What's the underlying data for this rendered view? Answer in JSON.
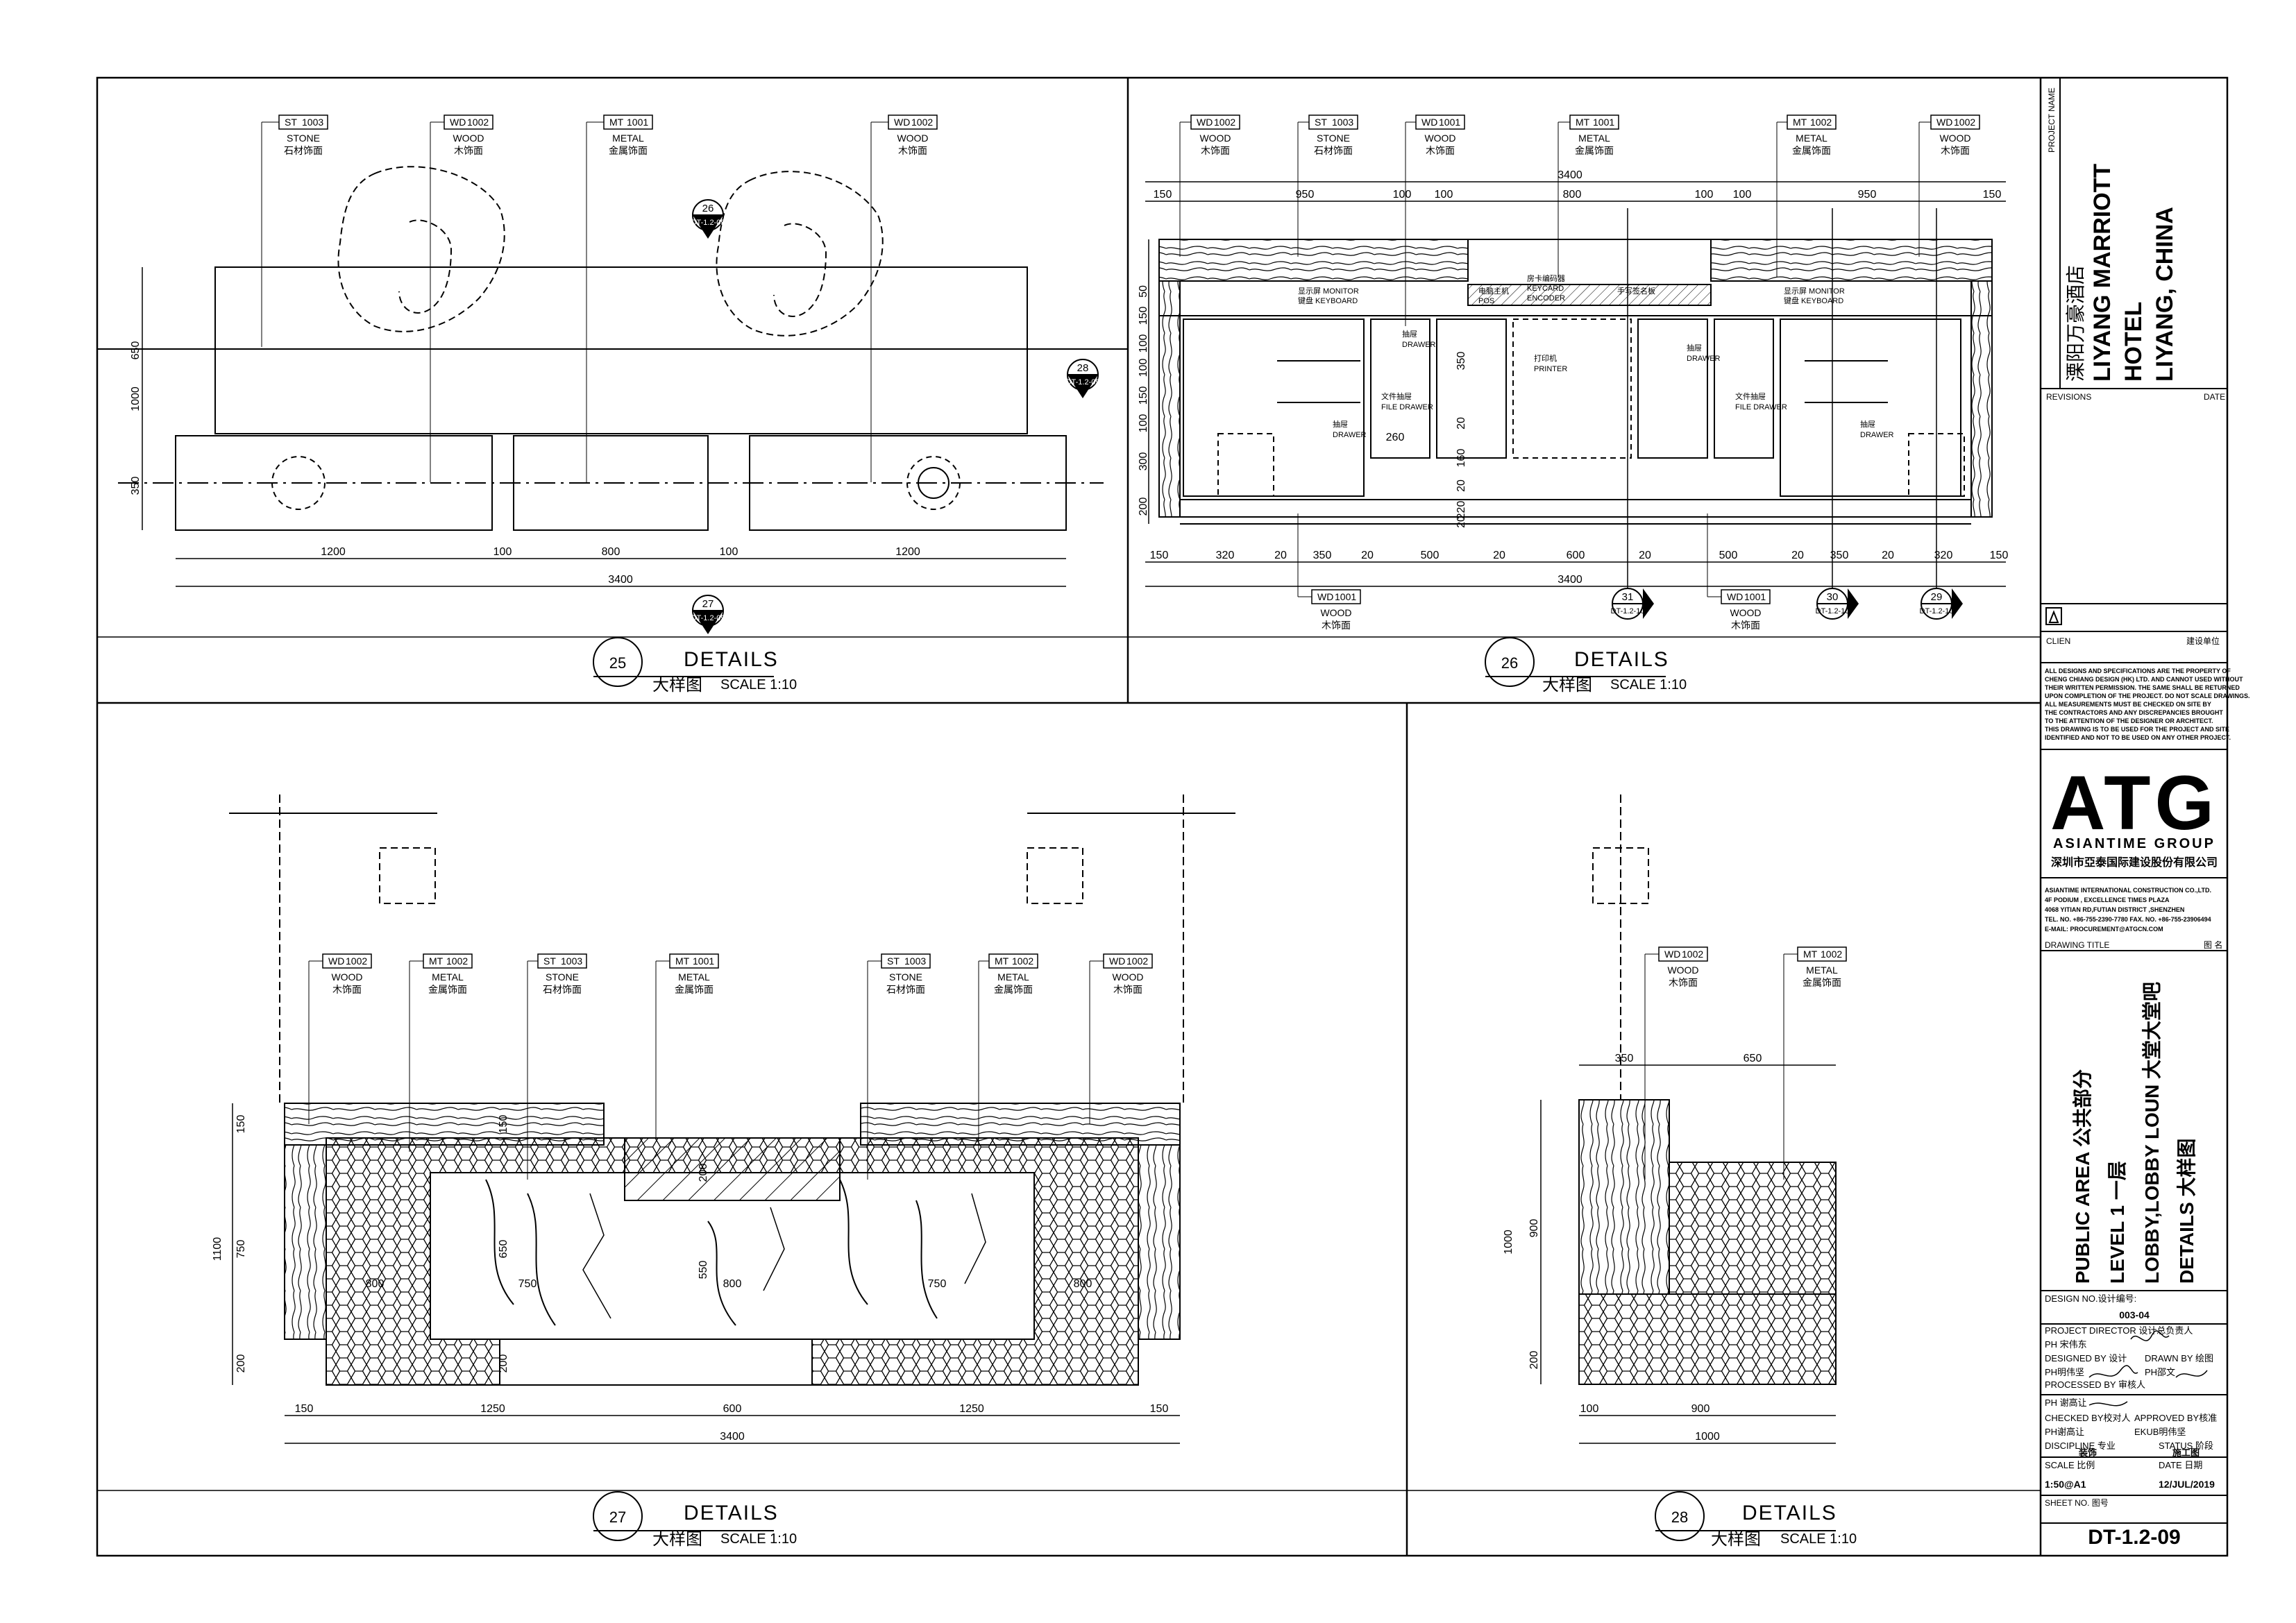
{
  "drawing": {
    "panels": [
      {
        "id": "p25",
        "number": "25",
        "title": "DETAILS",
        "subtitle": "大样图",
        "scale": "SCALE  1:10"
      },
      {
        "id": "p26",
        "number": "26",
        "title": "DETAILS",
        "subtitle": "大样图",
        "scale": "SCALE  1:10"
      },
      {
        "id": "p27",
        "number": "27",
        "title": "DETAILS",
        "subtitle": "大样图",
        "scale": "SCALE  1:10"
      },
      {
        "id": "p28",
        "number": "28",
        "title": "DETAILS",
        "subtitle": "大样图",
        "scale": "SCALE  1:10"
      }
    ],
    "tags": {
      "st1003": {
        "code": "ST",
        "num": "1003",
        "en": "STONE",
        "cn": "石材饰面"
      },
      "wd1002": {
        "code": "WD",
        "num": "1002",
        "en": "WOOD",
        "cn": "木饰面"
      },
      "wd1001": {
        "code": "WD",
        "num": "1001",
        "en": "WOOD",
        "cn": "木饰面"
      },
      "mt1001": {
        "code": "MT",
        "num": "1001",
        "en": "METAL",
        "cn": "金属饰面"
      },
      "mt1002": {
        "code": "MT",
        "num": "1002",
        "en": "METAL",
        "cn": "金属饰面"
      }
    },
    "refs": {
      "r26": {
        "num": "26",
        "sheet": "DT-1.2-09"
      },
      "r27": {
        "num": "27",
        "sheet": "DT-1.2-09"
      },
      "r28": {
        "num": "28",
        "sheet": "DT-1.2-09"
      },
      "r31": {
        "num": "31",
        "sheet": "DT-1.2-10"
      },
      "r30": {
        "num": "30",
        "sheet": "DT-1.2-10"
      },
      "r29": {
        "num": "29",
        "sheet": "DT-1.2-10"
      }
    },
    "dims25": {
      "top": [
        "1200",
        "100",
        "800",
        "100",
        "1200"
      ],
      "total": "3400",
      "left": [
        "1000",
        "650",
        "350"
      ]
    },
    "dims26": {
      "top": [
        "150",
        "950",
        "100",
        "100",
        "800",
        "100",
        "100",
        "950",
        "150"
      ],
      "total": "3400",
      "bottom": [
        "150",
        "320",
        "20",
        "350",
        "20",
        "500",
        "20",
        "600",
        "20",
        "500",
        "20",
        "350",
        "20",
        "320",
        "150"
      ],
      "left": [
        "200",
        "300",
        "100",
        "150",
        "100",
        "100",
        "150",
        "50"
      ],
      "inner": [
        "260",
        "350",
        "20",
        "160",
        "20",
        "220",
        "20"
      ]
    },
    "labels26": {
      "monitor": "显示屏 MONITOR",
      "keyboard": "键盘 KEYBOARD",
      "drawer_cn": "抽屉",
      "drawer": "DRAWER",
      "file_drawer_cn": "文件抽屉",
      "file_drawer": "FILE DRAWER",
      "printer_cn": "打印机",
      "printer": "PRINTER",
      "cpu": "电脑主机",
      "pos": "POS",
      "keycard": "房卡编码器",
      "keycard_en": "KEYCARD",
      "encoder": "ENCODER",
      "handwriting": "手写签名板"
    },
    "dims27": {
      "bottom": [
        "150",
        "1250",
        "600",
        "1250",
        "150"
      ],
      "total": "3400",
      "left": [
        "1100",
        "150",
        "750",
        "200"
      ],
      "inner": [
        "150",
        "200",
        "650",
        "800",
        "750",
        "550",
        "800",
        "750",
        "800",
        "200"
      ]
    },
    "dims28": {
      "top": [
        "350",
        "650"
      ],
      "bottom": [
        "100",
        "900"
      ],
      "total": "1000",
      "left": [
        "1000",
        "900",
        "200"
      ]
    },
    "title_block": {
      "project_name_label": "PROJECT NAME",
      "project_cn": "溧阳万豪酒店",
      "project_en1": "LIYANG MARRIOTT",
      "project_en2": "HOTEL",
      "project_en3": "LIYANG, CHINA",
      "revisions": "REVISIONS",
      "date": "DATE",
      "client": "CLIEN",
      "client_cn": "建设单位",
      "disclaimer": [
        "ALL DESIGNS AND SPECIFICATIONS ARE THE PROPERTY OF",
        "CHENG CHIANG DESIGN (HK) LTD. AND CANNOT USED WITHOUT",
        "THEIR WRITTEN PERMISSION. THE SAME SHALL BE RETURNED",
        "UPON COMPLETION OF THE PROJECT. DO NOT SCALE DRAWINGS.",
        "ALL MEASUREMENTS MUST BE CHECKED ON SITE BY",
        "THE CONTRACTORS AND ANY DISCREPANCIES BROUGHT",
        "TO THE ATTENTION OF THE DESIGNER OR ARCHITECT.",
        "THIS DRAWING IS TO BE USED FOR THE PROJECT AND SITE",
        "IDENTIFIED AND NOT TO BE USED ON ANY OTHER PROJECT."
      ],
      "logo": "ATG",
      "company_en": "ASIANTIME GROUP",
      "company_cn": "深圳市亞泰国际建设股份有限公司",
      "address": [
        "ASIANTIME INTERNATIONAL CONSTRUCTION CO.,LTD.",
        "4F PODIUM , EXCELLENCE TIMES PLAZA",
        "4068 YITIAN RD,FUTIAN DISTRICT ,SHENZHEN",
        "TEL. NO. +86-755-2390-7780  FAX. NO. +86-755-23906494",
        "E-MAIL: PROCUREMENT@ATGCN.COM"
      ],
      "drawing_title_label": "DRAWING TITLE",
      "drawing_title_cn": "图 名",
      "title_lines": [
        "PUBLIC AREA   公共部分",
        "LEVEL 1   一层",
        "LOBBY,LOBBY LOUN   大堂大堂吧",
        "DETAILS   大样图"
      ],
      "design_no_label": "DESIGN NO.设计编号:",
      "design_no": "003-04",
      "project_director": "PROJECT DIRECTOR  设计总负责人",
      "ph_song": "PH  宋伟东",
      "designed_by": "DESIGNED BY 设计",
      "drawn_by": "DRAWN BY  绘图",
      "ph_ming": "PH明伟坚",
      "ph_wen": "PH邵文",
      "processed_by": "PROCESSED BY 审核人",
      "ph_xie": "PH   谢高让",
      "checked_by": "CHECKED BY校对人",
      "approved_by": "APPROVED BY核准",
      "ph_xie2": "PH谢高让",
      "ph_ming2": "EKUB明伟坚",
      "discipline": "DISCIPLINE  专业",
      "discipline_val": "装饰",
      "status": "STATUS  阶段",
      "status_val": "施工图",
      "scale": "SCALE  比例",
      "scale_val": "1:50@A1",
      "date_label": "DATE  日期",
      "date_val": "12/JUL/2019",
      "sheet_no_label": "SHEET NO.  图号",
      "sheet_no": "DT-1.2-09"
    }
  }
}
